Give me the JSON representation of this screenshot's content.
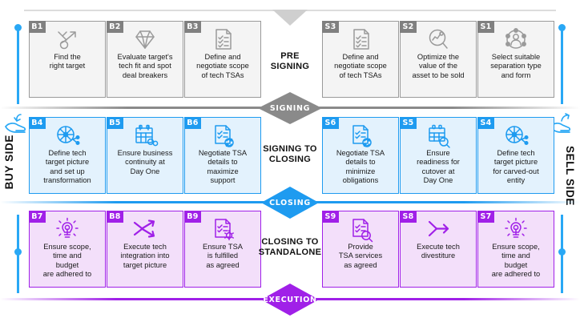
{
  "sides": {
    "buy": {
      "label": "BUY SIDE",
      "icon": "hand-receiving-icon",
      "color": "#29A8F5"
    },
    "sell": {
      "label": "SELL SIDE",
      "icon": "hand-giving-icon",
      "color": "#29A8F5"
    }
  },
  "phases": [
    {
      "id": "pre-signing",
      "label": "PRE\nSIGNING",
      "accent": "#808080"
    },
    {
      "id": "signing-to-closing",
      "label": "SIGNING TO\nCLOSING",
      "accent": "#1E9BF0"
    },
    {
      "id": "closing-to-standalone",
      "label": "CLOSING TO\nSTANDALONE",
      "accent": "#A020E8"
    }
  ],
  "milestones": [
    {
      "id": "signing",
      "label": "SIGNING",
      "color": "#8a8a8a"
    },
    {
      "id": "closing",
      "label": "CLOSING",
      "color": "#1E9BF0"
    },
    {
      "id": "execution",
      "label": "EXECUTION",
      "color": "#A020E8"
    }
  ],
  "rows": [
    {
      "id": "pre-signing-row",
      "theme": "gray",
      "buy_cards": [
        {
          "code": "B1",
          "icon": "strategy-arrow-icon",
          "text": "Find the\nright target"
        },
        {
          "code": "B2",
          "icon": "diamond-gem-icon",
          "text": "Evaluate target's\ntech fit and spot\ndeal breakers"
        },
        {
          "code": "B3",
          "icon": "checklist-document-icon",
          "text": "Define and\nnegotiate scope\nof tech TSAs"
        }
      ],
      "sell_cards": [
        {
          "code": "S3",
          "icon": "checklist-document-icon",
          "text": "Define and\nnegotiate scope\nof tech TSAs"
        },
        {
          "code": "S2",
          "icon": "chart-magnifier-icon",
          "text": "Optimize the\nvalue of the\nasset to be sold"
        },
        {
          "code": "S1",
          "icon": "network-person-icon",
          "text": "Select suitable\nseparation type\nand form"
        }
      ]
    },
    {
      "id": "signing-to-closing-row",
      "theme": "blue",
      "buy_cards": [
        {
          "code": "B4",
          "icon": "compass-share-icon",
          "text": "Define tech\ntarget picture\nand set up\ntransformation"
        },
        {
          "code": "B5",
          "icon": "calendar-gears-icon",
          "text": "Ensure business\ncontinuity at\nDay One"
        },
        {
          "code": "B6",
          "icon": "document-sync-icon",
          "text": "Negotiate TSA\ndetails to\nmaximize\nsupport"
        }
      ],
      "sell_cards": [
        {
          "code": "S6",
          "icon": "document-sync-icon",
          "text": "Negotiate TSA\ndetails to\nminimize\nobligations"
        },
        {
          "code": "S5",
          "icon": "calendar-magnifier-icon",
          "text": "Ensure\nreadiness for\ncutover at\nDay One"
        },
        {
          "code": "S4",
          "icon": "compass-share-icon",
          "text": "Define tech\ntarget picture\nfor carved-out\nentity"
        }
      ]
    },
    {
      "id": "closing-to-standalone-row",
      "theme": "purple",
      "buy_cards": [
        {
          "code": "B7",
          "icon": "lightbulb-icon",
          "text": "Ensure scope,\ntime and\nbudget\nare adhered to"
        },
        {
          "code": "B8",
          "icon": "merge-arrows-icon",
          "text": "Execute tech\nintegration into\ntarget picture"
        },
        {
          "code": "B9",
          "icon": "document-gear-icon",
          "text": "Ensure TSA\nis fulfilled\nas agreed"
        }
      ],
      "sell_cards": [
        {
          "code": "S9",
          "icon": "document-magnifier-icon",
          "text": "Provide\nTSA services\nas agreed"
        },
        {
          "code": "S8",
          "icon": "split-arrow-icon",
          "text": "Execute tech\ndivestiture"
        },
        {
          "code": "S7",
          "icon": "lightbulb-icon",
          "text": "Ensure scope,\ntime and\nbudget\nare adhered to"
        }
      ]
    }
  ]
}
